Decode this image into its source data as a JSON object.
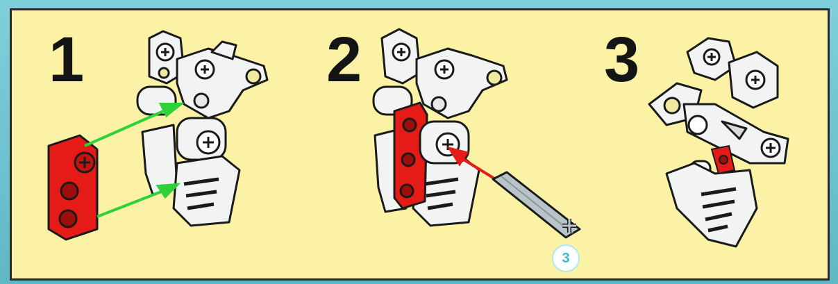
{
  "steps": [
    {
      "number": "1"
    },
    {
      "number": "2"
    },
    {
      "number": "3"
    }
  ],
  "parts": {
    "axle_quantity": "3"
  },
  "colors": {
    "background": "#fbf2a6",
    "frame": "#6cc3cf",
    "red_part": "#e41b17",
    "white_part": "#f2f4f4",
    "green_arrow": "#2fd13a",
    "red_arrow": "#e41b17",
    "axle_grey": "#b9c4c8",
    "badge_text": "#3ab7d4"
  },
  "icons": {
    "step1_white_assembly": "technic-leg-assembly-icon",
    "step1_red_beam": "technic-red-beam-icon",
    "step2_axle": "technic-axle-icon",
    "step3_result": "finished-assembly-icon"
  }
}
